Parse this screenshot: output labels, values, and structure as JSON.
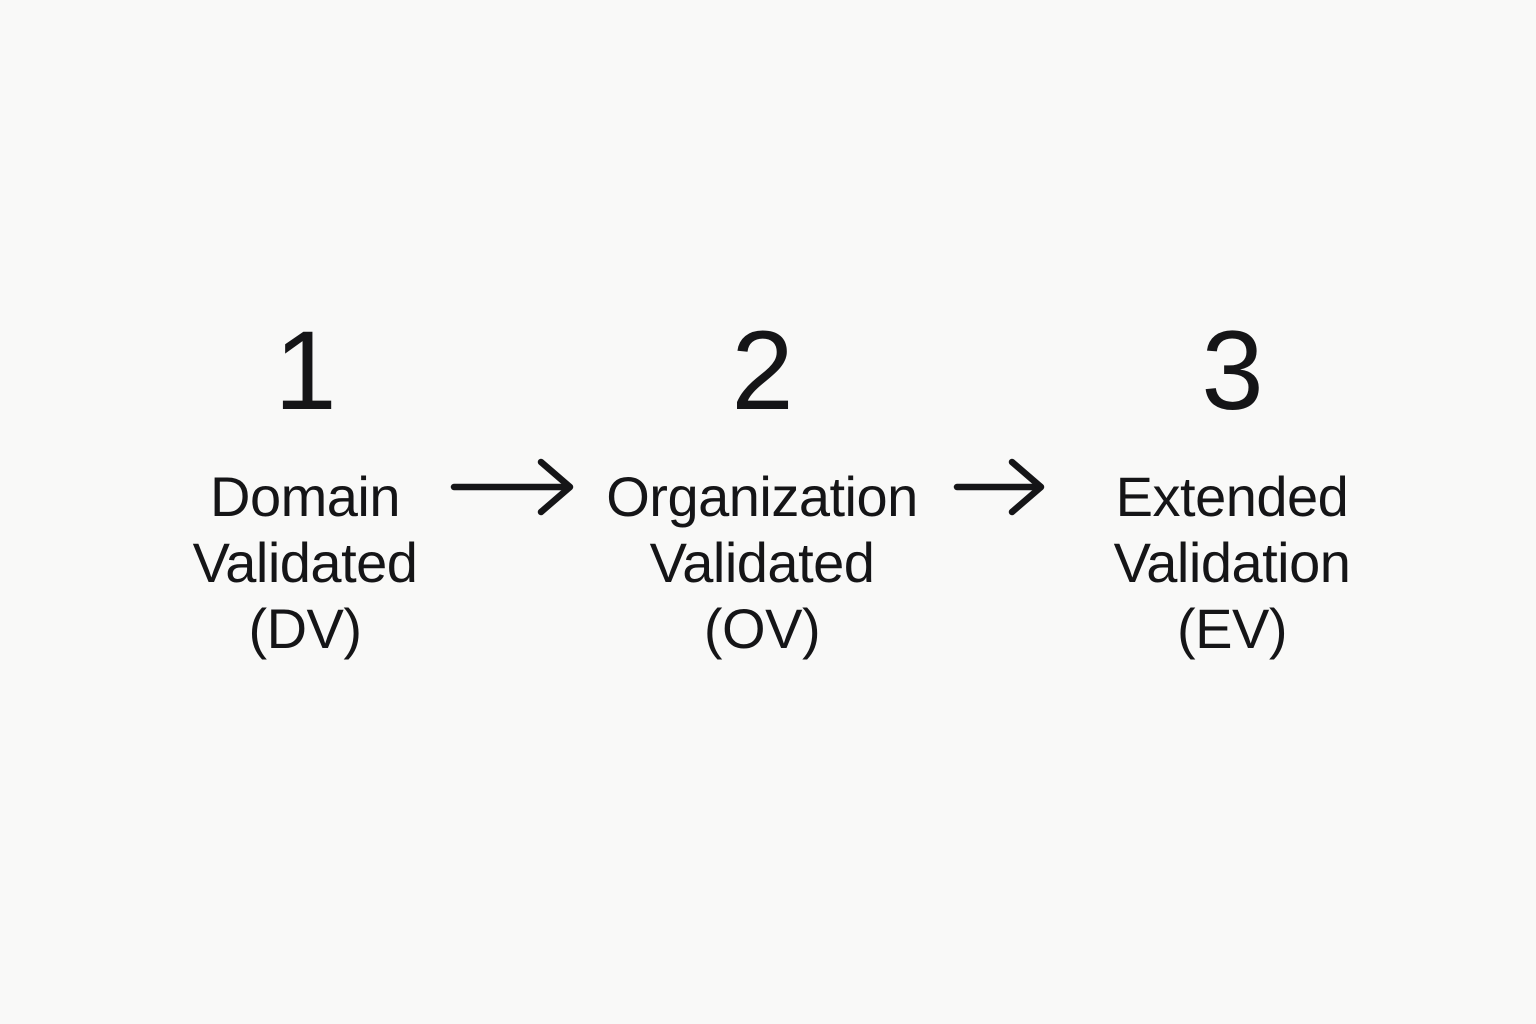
{
  "colors": {
    "background": "#f9f9f8",
    "text": "#151517",
    "arrow": "#151517"
  },
  "diagram": {
    "type": "flow",
    "direction": "left-to-right",
    "steps": [
      {
        "number": "1",
        "lines": [
          "Domain",
          "Validated",
          "(DV)"
        ]
      },
      {
        "number": "2",
        "lines": [
          "Organization",
          "Validated",
          "(OV)"
        ]
      },
      {
        "number": "3",
        "lines": [
          "Extended",
          "Validation",
          "(EV)"
        ]
      }
    ],
    "connectors": [
      {
        "from": "1",
        "to": "2",
        "style": "arrow-right"
      },
      {
        "from": "2",
        "to": "3",
        "style": "arrow-right"
      }
    ]
  }
}
